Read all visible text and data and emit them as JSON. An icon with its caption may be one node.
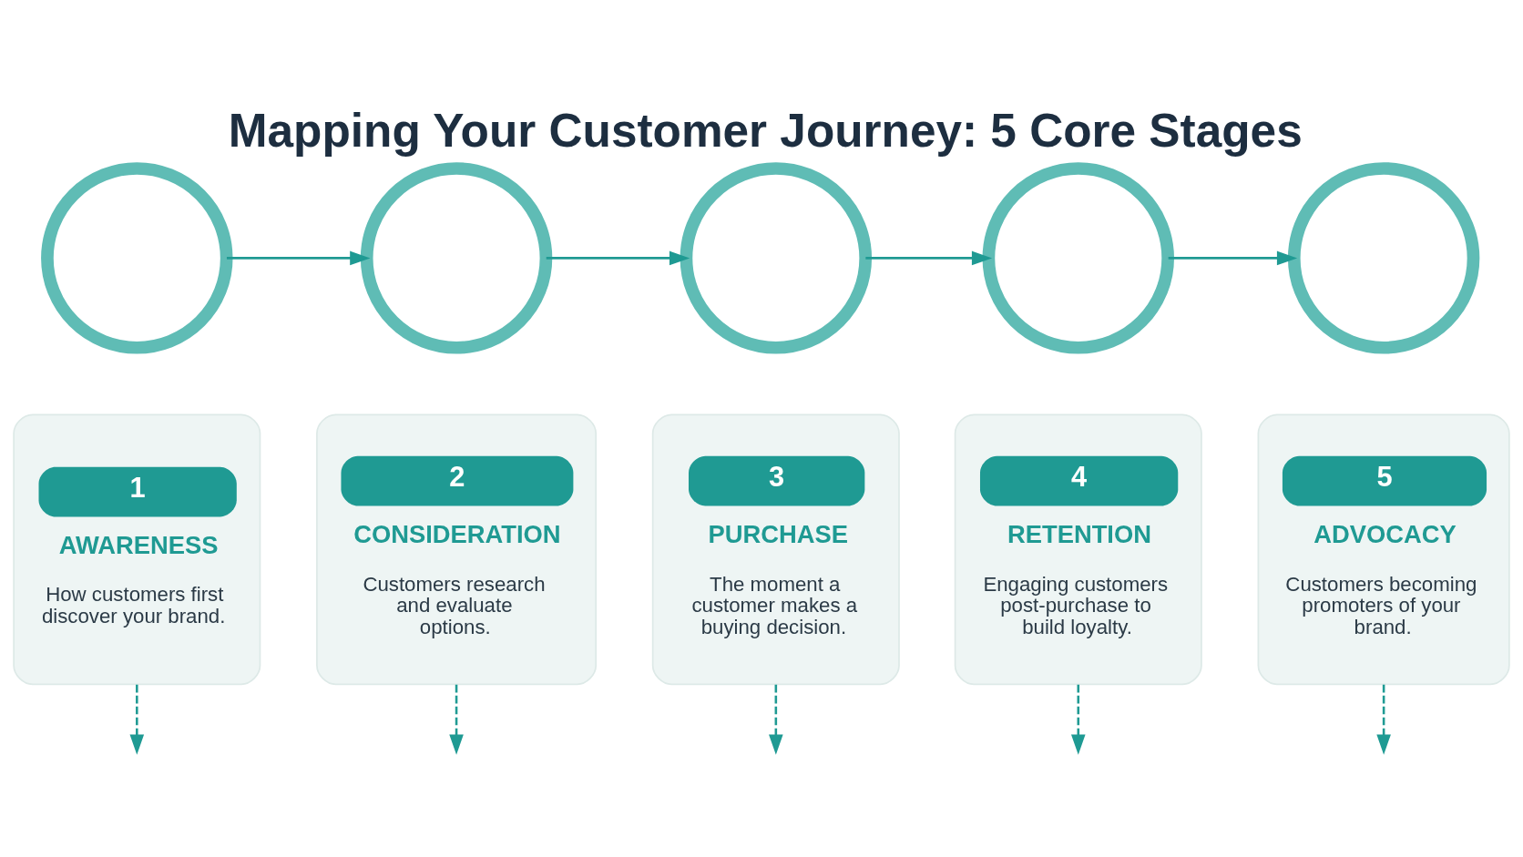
{
  "diagram": {
    "title": "Mapping Your Customer Journey: 5 Core Stages",
    "nodes": [
      {
        "text": [],
        "shape": "circle"
      },
      {
        "text": [],
        "shape": "circle"
      },
      {
        "text": [],
        "shape": "circle"
      },
      {
        "text": [],
        "shape": "circle"
      },
      {
        "text": [],
        "shape": "circle"
      },
      {
        "text": [
          "1",
          "AWARENESS",
          "How customers first discover your brand."
        ]
      },
      {
        "text": [
          "2",
          "CONSIDERATION",
          "Customers research and evaluate options."
        ]
      },
      {
        "text": [
          "3",
          "PURCHASE",
          "The moment a customer makes a buying decision."
        ]
      },
      {
        "text": [
          "4",
          "RETENTION",
          "Engaging customers post-purchase to build loyalty."
        ]
      },
      {
        "text": [
          "5",
          "ADVOCACY",
          "Customers becoming promoters of your brand."
        ]
      }
    ],
    "edges": [
      {
        "from": 0,
        "to": 1,
        "arrow": "to"
      },
      {
        "from": 1,
        "to": 2,
        "arrow": "to"
      },
      {
        "from": 2,
        "to": 3,
        "arrow": "to"
      },
      {
        "from": 3,
        "to": 4,
        "arrow": "to"
      },
      {
        "from": 5,
        "to": null,
        "arrow": "to",
        "style": "dashed"
      },
      {
        "from": 6,
        "to": null,
        "arrow": "to",
        "style": "dashed"
      },
      {
        "from": 7,
        "to": null,
        "arrow": "to",
        "style": "dashed"
      },
      {
        "from": 8,
        "to": null,
        "arrow": "to",
        "style": "dashed"
      },
      {
        "from": 9,
        "to": null,
        "arrow": "to",
        "style": "dashed"
      }
    ]
  }
}
